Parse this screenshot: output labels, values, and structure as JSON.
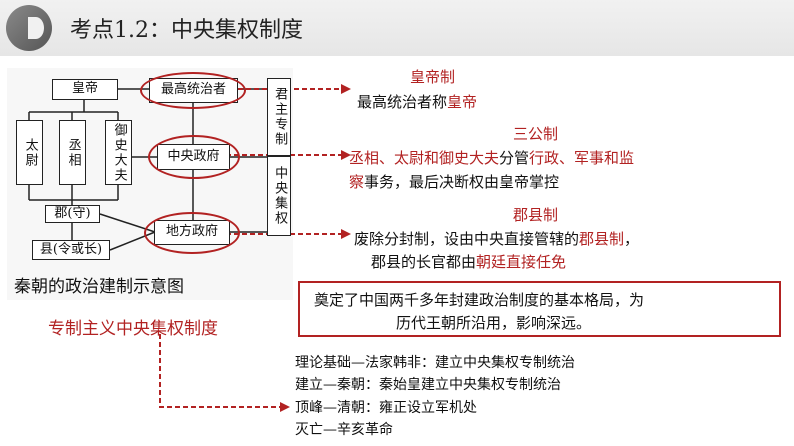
{
  "header": {
    "title": "考点1.2：中央集权制度"
  },
  "diagram": {
    "emperor": "皇帝",
    "supreme_ruler": "最高统治者",
    "taiwei": "太尉",
    "chengxiang": "丞相",
    "yushi": "御史大夫",
    "central_gov": "中央政府",
    "jun": "郡(守)",
    "local_gov": "地方政府",
    "xian": "县(令或长)",
    "autocracy": "君主专制",
    "centralization": "中央集权",
    "caption": "秦朝的政治建制示意图"
  },
  "subtitle": "专制主义中央集权制度",
  "sections": {
    "emperor_system": {
      "title": "皇帝制",
      "line1_prefix": "最高统治者称",
      "line1_red": "皇帝"
    },
    "three_lords": {
      "title": "三公制",
      "line1_red": "丞相、太尉和御史大夫",
      "line1_mid": "分管",
      "line1_red2": "行政、军事和监",
      "line2_red": "察",
      "line2_rest": "事务，最后决断权由皇帝掌控"
    },
    "commandery": {
      "title": "郡县制",
      "line1_prefix": "废除分封制，设由中央直接管辖的",
      "line1_red": "郡县制",
      "line1_suffix": "，",
      "line2_prefix": "郡县的长官都由",
      "line2_red": "朝廷直接任免"
    }
  },
  "conclusion": {
    "line1": "奠定了中国两千多年封建政治制度的基本格局，为",
    "line2": "历代王朝所沿用，影响深远。"
  },
  "bullets": [
    "理论基础—法家韩非：建立中央集权专制统治",
    "建立—秦朝：秦始皇建立中央集权专制统治",
    "顶峰—清朝：雍正设立军机处",
    "灭亡—辛亥革命"
  ],
  "colors": {
    "accent": "#b22222",
    "header_bg": "#e9e9e9"
  }
}
